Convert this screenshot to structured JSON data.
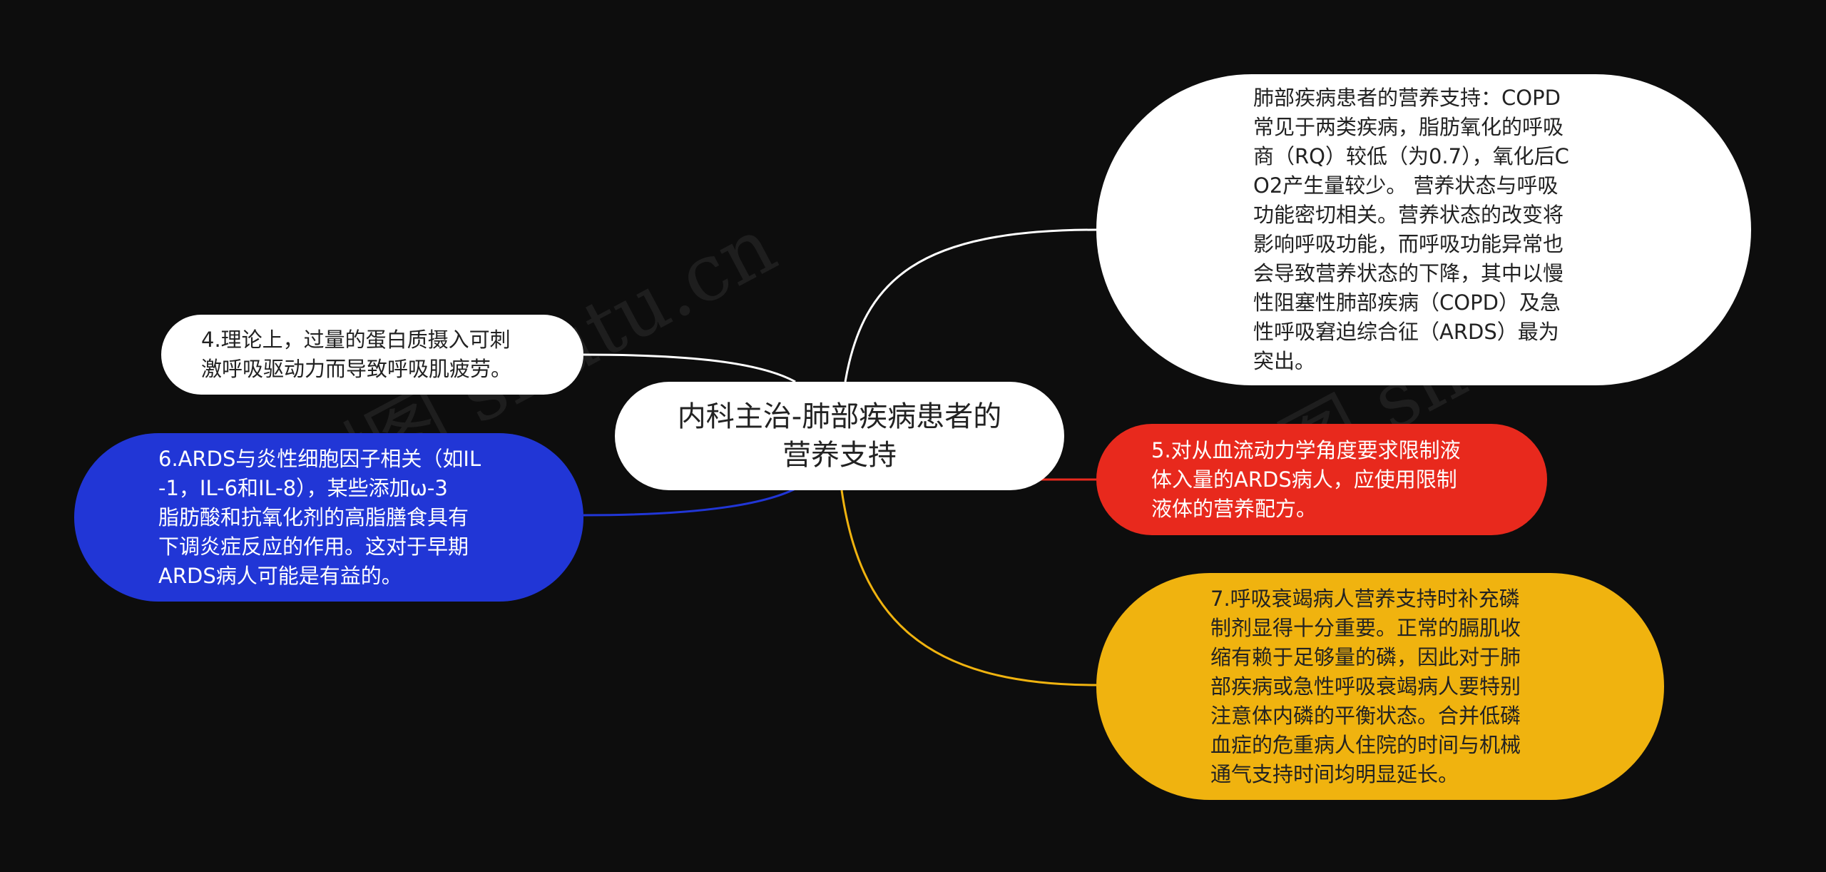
{
  "center": {
    "label": "内科主治-肺部疾病患者的\n营养支持"
  },
  "nodes": {
    "copd": {
      "text": "肺部疾病患者的营养支持：COPD\n常见于两类疾病，脂肪氧化的呼吸\n商（RQ）较低（为0.7），氧化后C\nO2产生量较少。 营养状态与呼吸\n功能密切相关。营养状态的改变将\n影响呼吸功能，而呼吸功能异常也\n会导致营养状态的下降，其中以慢\n性阻塞性肺部疾病（COPD）及急\n性呼吸窘迫综合征（ARDS）最为\n突出。"
    },
    "fluid": {
      "text": "5.对从血流动力学角度要求限制液\n体入量的ARDS病人，应使用限制\n液体的营养配方。"
    },
    "phosphorus": {
      "text": "7.呼吸衰竭病人营养支持时补充磷\n制剂显得十分重要。正常的膈肌收\n缩有赖于足够量的磷，因此对于肺\n部疾病或急性呼吸衰竭病人要特别\n注意体内磷的平衡状态。合并低磷\n血症的危重病人住院的时间与机械\n通气支持时间均明显延长。"
    },
    "protein": {
      "text": "4.理论上，过量的蛋白质摄入可刺\n激呼吸驱动力而导致呼吸肌疲劳。"
    },
    "ards": {
      "text": "6.ARDS与炎性细胞因子相关（如IL\n-1，IL-6和IL-8），某些添加ω-3\n脂肪酸和抗氧化剂的高脂膳食具有\n下调炎症反应的作用。这对于早期\nARDS病人可能是有益的。"
    }
  },
  "watermarks": [
    "树图 shutu.cn",
    "树图 shutu.cn"
  ],
  "colors": {
    "background": "#0d0d0d",
    "white_node": "#ffffff",
    "red_node": "#e8291d",
    "yellow_node": "#f0b30f",
    "blue_node": "#2136d6",
    "link_white": "#ffffff",
    "link_red": "#e8291d",
    "link_yellow": "#f0b30f",
    "link_blue": "#2136d6"
  }
}
